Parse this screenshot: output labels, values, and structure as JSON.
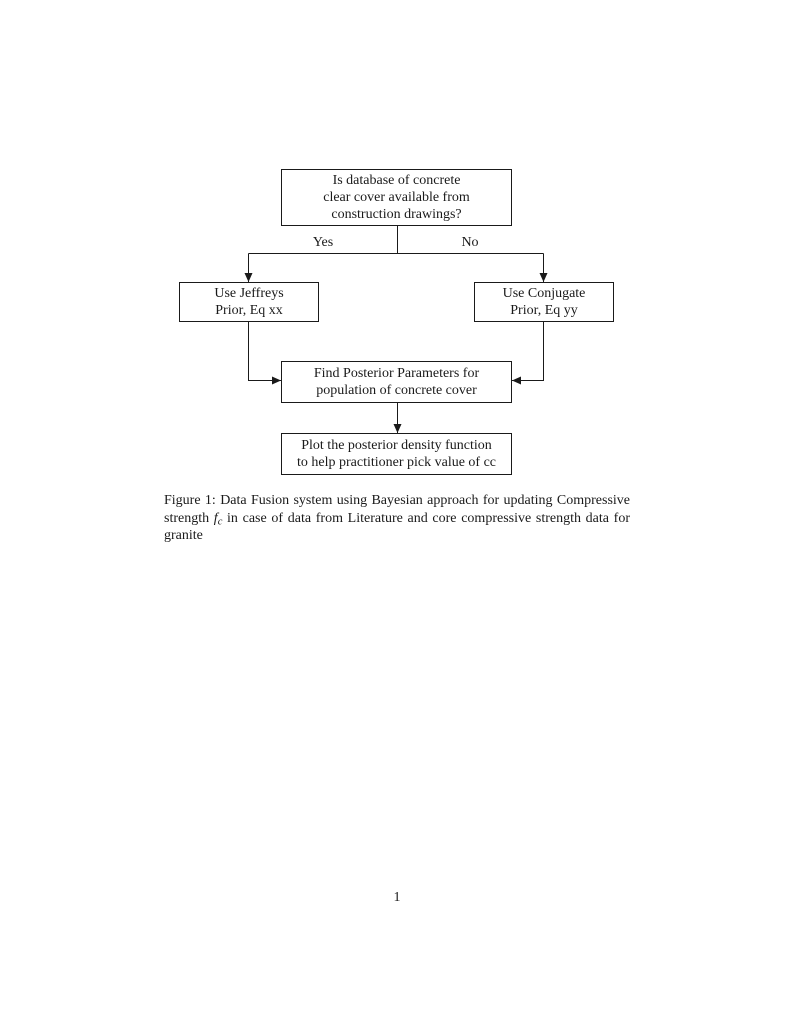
{
  "document": {
    "page_number": "1"
  },
  "flowchart": {
    "nodes": {
      "question": {
        "lines": [
          "Is database of concrete",
          "clear cover available from",
          "construction drawings?"
        ]
      },
      "jeffreys": {
        "lines": [
          "Use Jeffreys",
          "Prior, Eq xx"
        ]
      },
      "conjugate": {
        "lines": [
          "Use Conjugate",
          "Prior, Eq yy"
        ]
      },
      "posterior": {
        "lines": [
          "Find Posterior Parameters for",
          "population of concrete cover"
        ]
      },
      "plot": {
        "lines": [
          "Plot the posterior density function",
          "to help practitioner pick value of cc"
        ]
      }
    },
    "edge_labels": {
      "yes": "Yes",
      "no": "No"
    }
  },
  "caption": {
    "text_before_math": "Figure 1: Data Fusion system using Bayesian approach for updating Compressive strength ",
    "math_symbol": "f",
    "math_subscript": "c",
    "text_after_math": " in case of data from Literature and core compressive strength data for granite"
  },
  "colors": {
    "ink": "#1a1a1a",
    "node_border": "#1a1a1a",
    "page_background": "#ffffff"
  }
}
